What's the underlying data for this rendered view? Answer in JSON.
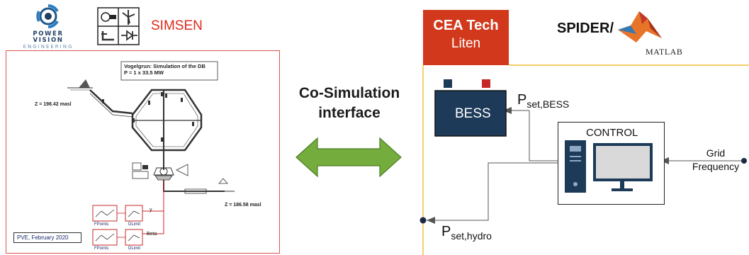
{
  "left": {
    "pve_logo": {
      "name": "POWER VISION",
      "sub": "ENGINEERING"
    },
    "simsen_title": "SIMSEN",
    "panel": {
      "title_line1": "Vogelgrun: Simulation of the DB",
      "title_line2": "P = 1 x 33.5 MW",
      "z_upper": "Z = 198.42 masl",
      "z_lower": "Z = 186.58 masl",
      "label_y": "y",
      "label_beta": "Beta",
      "fpoints_1": "FPoints",
      "dlimit_1": "DLimit",
      "fpoints_2": "FPoints",
      "dlimit_2": "DLimit",
      "footer": "PVE, February 2020"
    }
  },
  "middle": {
    "line1": "Co-Simulation",
    "line2": "interface"
  },
  "right": {
    "cea_line1": "CEA Tech",
    "cea_line2": "Liten",
    "spider_label": "SPIDER/",
    "matlab_label": "MATLAB",
    "bess_label": "BESS",
    "control_label": "CONTROL",
    "pset_bess_main": "P",
    "pset_bess_sub": "set,BESS",
    "pset_hydro_main": "P",
    "pset_hydro_sub": "set,hydro",
    "grid_line1": "Grid",
    "grid_line2": "Frequency"
  },
  "colors": {
    "simsen_red": "#e0281a",
    "cea_red": "#d2391c",
    "panel_border": "#d9534f",
    "orange_border": "#f3c13a",
    "arrow_green": "#74ad3d",
    "bess_fill": "#1d3a58",
    "control_fill": "#1d3a58"
  }
}
